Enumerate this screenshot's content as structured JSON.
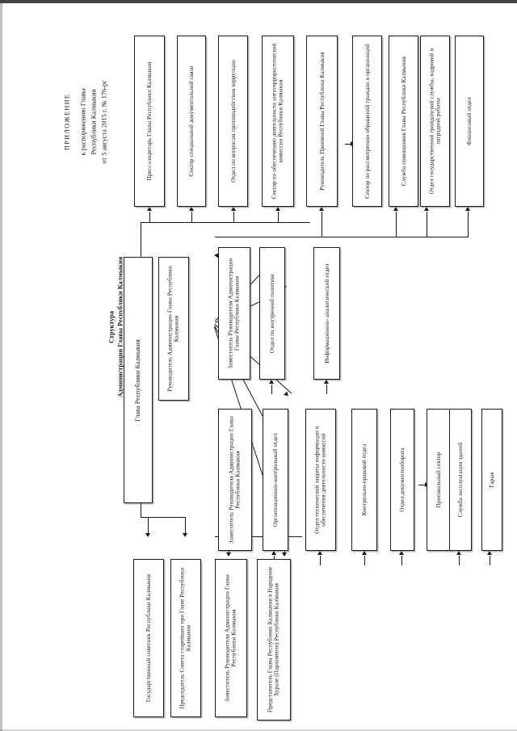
{
  "document": {
    "header": {
      "title": "ПРИЛОЖЕНИЕ",
      "line1": "к распоряжению Главы",
      "line2": "Республики Калмыкия",
      "line3": "от 5 августа 2015 г. № 176-рг"
    },
    "chart_title_line1": "Структура",
    "chart_title_line2": "Администрации Главы Республики Калмыкия",
    "orientation": "landscape-rotated-90-ccw",
    "page_size": "640x905"
  },
  "chart_data": {
    "type": "diagram",
    "diagram_kind": "organizational-chart",
    "title": "Структура Администрации Главы Республики Калмыкия",
    "nodes": [
      {
        "id": "head",
        "label": "Глава\nРеспублики Калмыкия"
      },
      {
        "id": "chief",
        "label": "Руководитель Администрации Главы Республики Калмыкия"
      },
      {
        "id": "press",
        "label": "Пресс-секретарь\nГлавы Республики Калмыкия"
      },
      {
        "id": "specsvyaz",
        "label": "Сектор специальной документальной связи"
      },
      {
        "id": "anticorruption",
        "label": "Отдел по вопросам противодействия коррупции"
      },
      {
        "id": "antiterror",
        "label": "Сектор по обеспечению деятельности антитеррористической комиссии Республики Калмыкия"
      },
      {
        "id": "priemnaya-head",
        "label": "Руководитель Приемной Главы Республики Калмыкия"
      },
      {
        "id": "citizen-appeals",
        "label": "Сектор по рассмотрению обращений граждан и организаций"
      },
      {
        "id": "assistants",
        "label": "Служба помощников Главы Республики Калмыкия"
      },
      {
        "id": "civil-service",
        "label": "Отдел государственной гражданской службы, кадровой и наградной работы"
      },
      {
        "id": "finance",
        "label": "Финансовый отдел"
      },
      {
        "id": "deputy-policy",
        "label": "Заместитель Руководителя Администрации Главы Республики Калмыкия"
      },
      {
        "id": "internal-policy",
        "label": "Отдел\nпо внутренней политике"
      },
      {
        "id": "info-analytic",
        "label": "Информационно-\nаналитический отдел"
      },
      {
        "id": "deputy-org",
        "label": "Заместитель Руководителя Администрации Главы Республики Калмыкия"
      },
      {
        "id": "org-control",
        "label": "Организационно-контрольный отдел"
      },
      {
        "id": "tech-protection",
        "label": "Отдел технической защиты информации и обеспечения деятельности комиссий"
      },
      {
        "id": "control-legal",
        "label": "Контрольно-правовой отдел"
      },
      {
        "id": "doc-flow",
        "label": "Отдел документооборота"
      },
      {
        "id": "protocol",
        "label": "Протокольный сектор"
      },
      {
        "id": "buildings",
        "label": "Служба эксплуатации зданий"
      },
      {
        "id": "garage",
        "label": "Гараж"
      },
      {
        "id": "state-advisor",
        "label": "Государственный советник\nРеспублики Калмыкия"
      },
      {
        "id": "elders-council",
        "label": "Председатель Совета старейшин при Главе Республики Калмыкия"
      },
      {
        "id": "deputy-third",
        "label": "Заместитель Руководителя Администрации Главы Республики Калмыкия"
      },
      {
        "id": "hural-rep",
        "label": "Представитель Главы Республики Калмыкия в Народном Хурале (Парламенте) Республики Калмыкия"
      }
    ],
    "edges": [
      {
        "from": "head",
        "to": "chief"
      },
      {
        "from": "chief",
        "to": "press"
      },
      {
        "from": "chief",
        "to": "specsvyaz"
      },
      {
        "from": "chief",
        "to": "anticorruption"
      },
      {
        "from": "chief",
        "to": "antiterror"
      },
      {
        "from": "chief",
        "to": "priemnaya-head"
      },
      {
        "from": "chief",
        "to": "assistants"
      },
      {
        "from": "chief",
        "to": "civil-service"
      },
      {
        "from": "chief",
        "to": "finance"
      },
      {
        "from": "chief",
        "to": "deputy-policy"
      },
      {
        "from": "chief",
        "to": "deputy-org"
      },
      {
        "from": "chief",
        "to": "deputy-third"
      },
      {
        "from": "chief",
        "to": "hural-rep"
      },
      {
        "from": "chief",
        "to": "state-advisor"
      },
      {
        "from": "chief",
        "to": "elders-council"
      },
      {
        "from": "priemnaya-head",
        "to": "citizen-appeals"
      },
      {
        "from": "deputy-policy",
        "to": "internal-policy"
      },
      {
        "from": "deputy-policy",
        "to": "info-analytic"
      },
      {
        "from": "deputy-org",
        "to": "org-control"
      },
      {
        "from": "deputy-org",
        "to": "tech-protection"
      },
      {
        "from": "deputy-org",
        "to": "control-legal"
      },
      {
        "from": "deputy-org",
        "to": "doc-flow"
      },
      {
        "from": "deputy-org",
        "to": "buildings"
      },
      {
        "from": "deputy-org",
        "to": "garage"
      },
      {
        "from": "doc-flow",
        "to": "protocol"
      }
    ],
    "colors": {
      "line": "#151515",
      "box_border": "#1a1a1a",
      "background": "#ffffff"
    }
  }
}
